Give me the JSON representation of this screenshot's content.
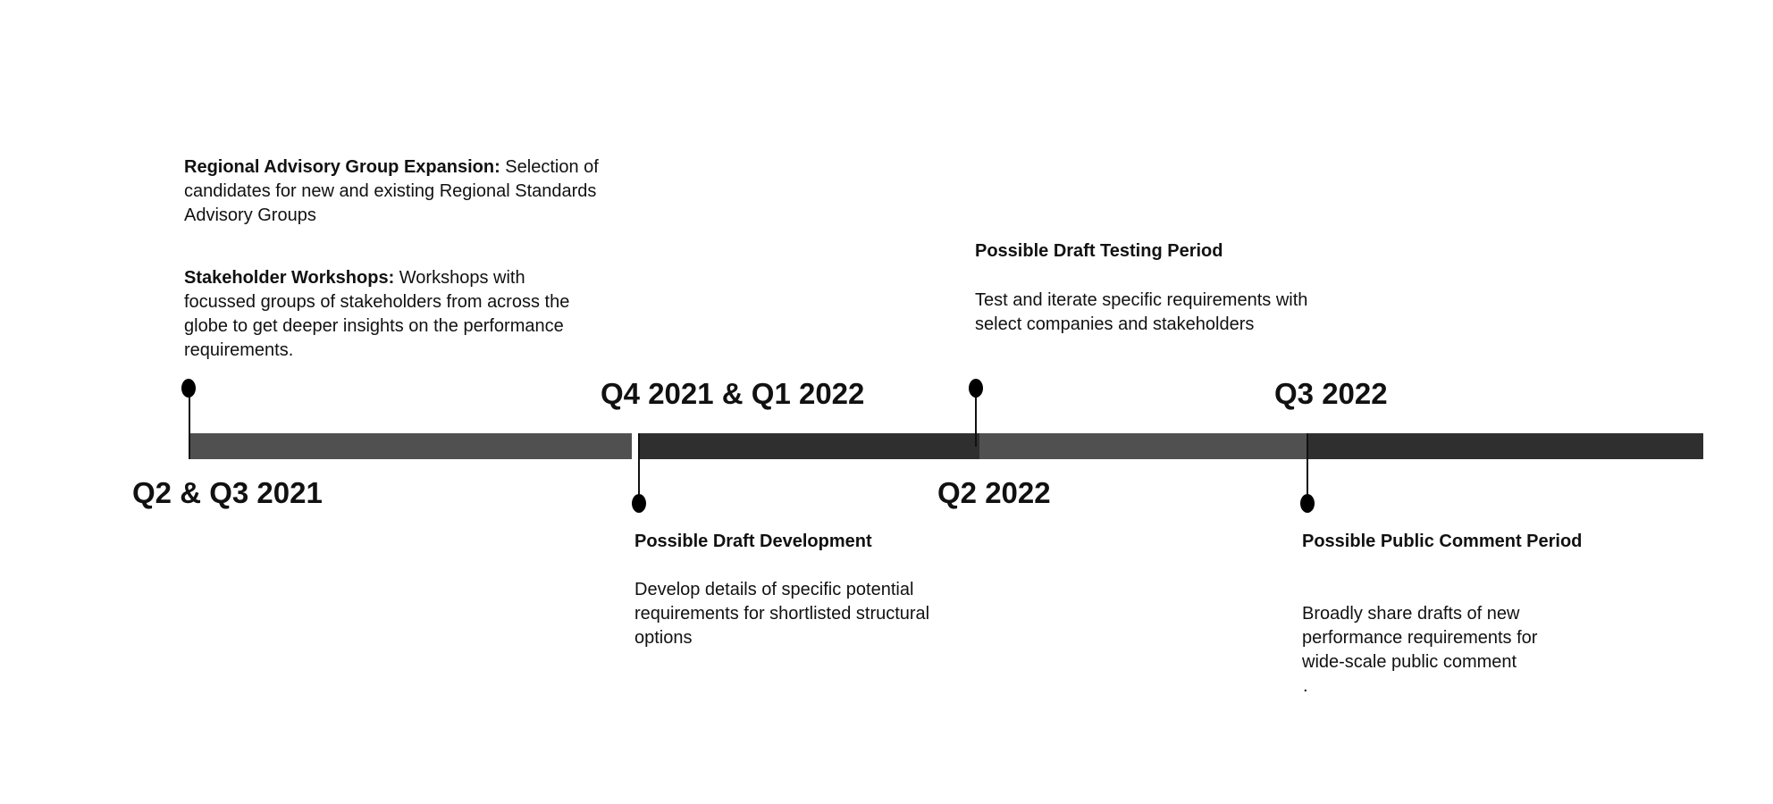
{
  "colors": {
    "segment_light": "#505050",
    "segment_dark": "#2f2f2f",
    "pin": "#000000"
  },
  "periods": [
    "Q2 & Q3 2021",
    "Q4 2021 & Q1 2022",
    "Q2 2022",
    "Q3 2022"
  ],
  "milestones": {
    "regional": {
      "title": "Regional Advisory Group Expansion:",
      "body": " Selection of candidates for new and existing Regional Standards Advisory Groups"
    },
    "workshops": {
      "title": "Stakeholder Workshops:",
      "body": " Workshops with focussed groups of stakeholders from across the globe to get deeper insights on the performance requirements."
    },
    "draft_dev": {
      "title": "Possible Draft Development",
      "body": "Develop details of specific potential requirements for shortlisted structural options"
    },
    "testing": {
      "title": "Possible Draft Testing Period",
      "body": "Test and iterate specific requirements with select companies and stakeholders"
    },
    "public": {
      "title": "Possible Public Comment Period",
      "body": "Broadly share drafts of new performance requirements for wide-scale public comment",
      "trailing": "."
    }
  }
}
